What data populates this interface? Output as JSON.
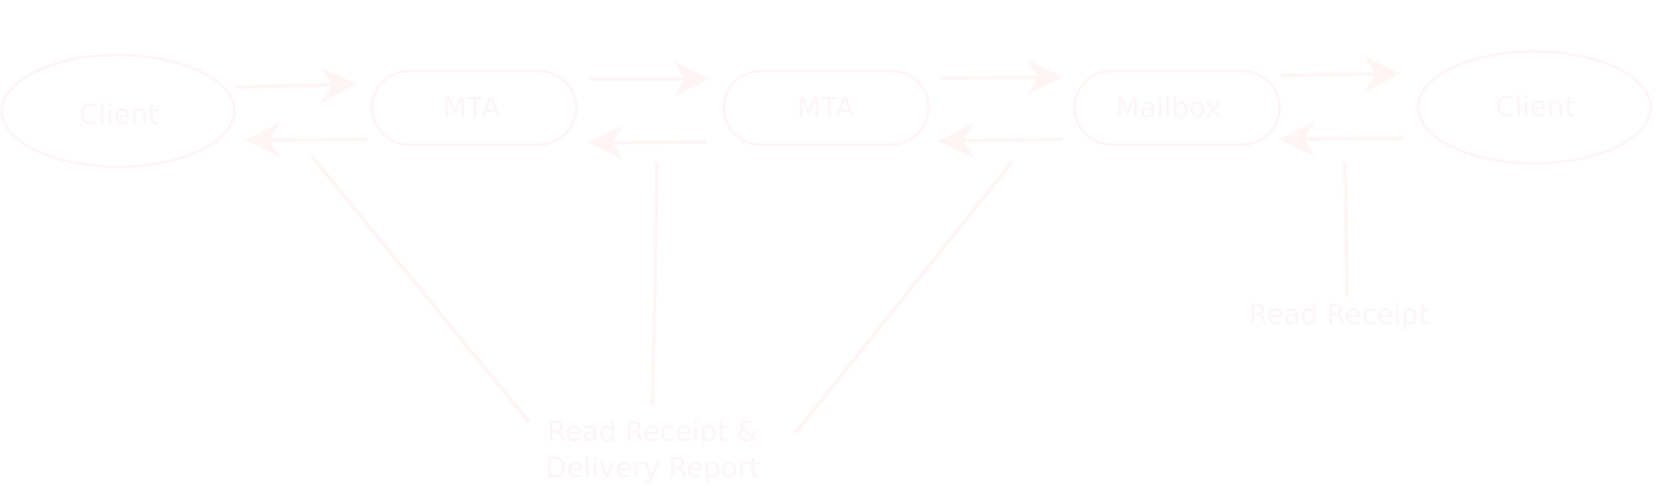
{
  "diagram": {
    "colors": {
      "stroke": "#fff5f5",
      "text": "#fdf6f6",
      "background": "#ffffff"
    },
    "nodes": [
      {
        "id": "client-left",
        "label": "Client",
        "shape": "ellipse"
      },
      {
        "id": "mta-1",
        "label": "MTA",
        "shape": "rounded-rect"
      },
      {
        "id": "mta-2",
        "label": "MTA",
        "shape": "rounded-rect"
      },
      {
        "id": "mailbox",
        "label": "Mailbox",
        "shape": "rounded-rect"
      },
      {
        "id": "client-right",
        "label": "Client",
        "shape": "ellipse"
      }
    ],
    "notes": {
      "read_receipt": "Read Receipt",
      "combined_line1": "Read Receipt &",
      "combined_line2": "Delivery Report"
    }
  }
}
